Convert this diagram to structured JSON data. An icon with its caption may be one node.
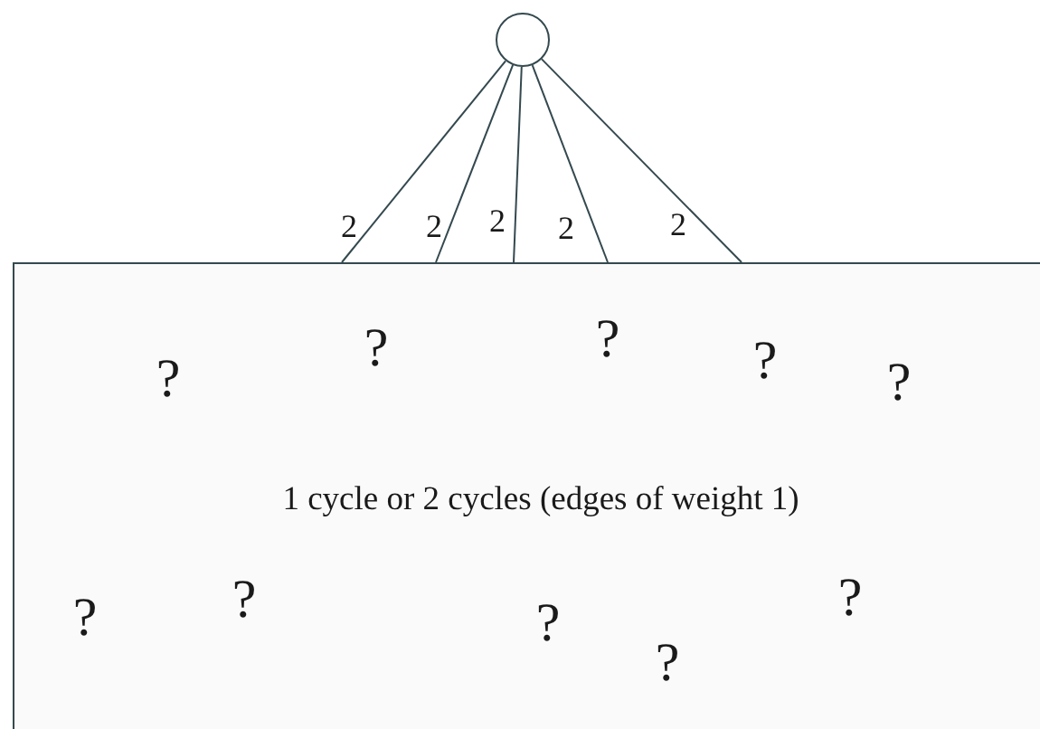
{
  "diagram": {
    "nodes": [
      {
        "text": [],
        "shape": "circle"
      },
      {
        "text": [
          "1 cycle or 2 cycles (edges of weight 1)"
        ]
      }
    ],
    "edges": [
      {
        "from": 0,
        "to": 1,
        "arrow": "none",
        "label": "2"
      },
      {
        "from": 0,
        "to": 1,
        "arrow": "none",
        "label": "2"
      },
      {
        "from": 0,
        "to": 1,
        "arrow": "none",
        "label": "2"
      },
      {
        "from": 0,
        "to": 1,
        "arrow": "none",
        "label": "2"
      },
      {
        "from": 0,
        "to": 1,
        "arrow": "none",
        "label": "2"
      }
    ],
    "labels": [
      "?",
      "?",
      "?",
      "?",
      "?",
      "?",
      "?",
      "?",
      "?",
      "?"
    ]
  }
}
